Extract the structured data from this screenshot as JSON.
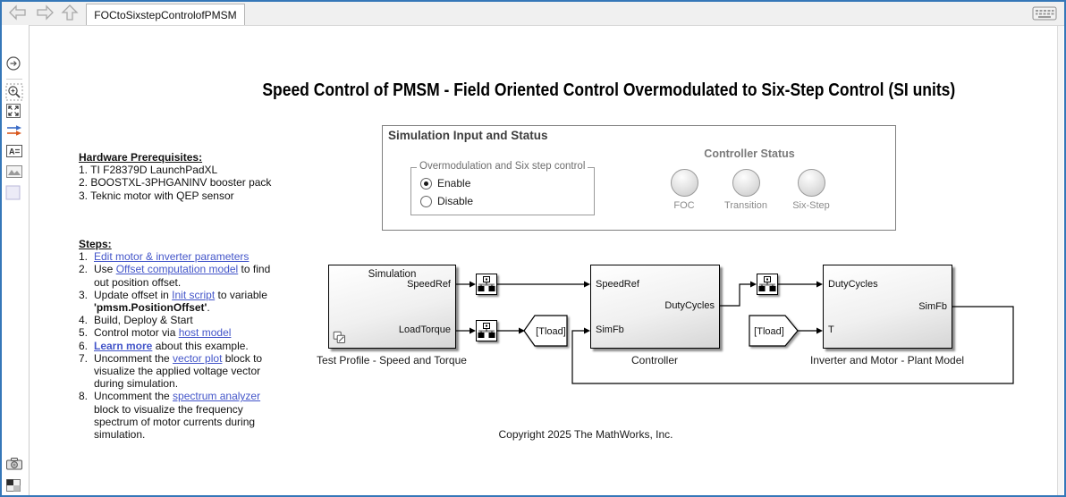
{
  "window": {
    "tab_title": "FOCtoSixstepControlofPMSM"
  },
  "colors": {
    "window_frame": "#3577b8",
    "link": "#4355c9",
    "status_text_gray": "#7a7a7a",
    "block_gradient_bottom": "#d6d6d6"
  },
  "sidebar_icons": [
    "show-explorer-bar-icon",
    "zoom-in-icon",
    "fit-to-view-icon",
    "signal-arrows-icon",
    "annotation-icon",
    "image-icon",
    "area-icon",
    "camera-icon",
    "compare-icon",
    "expand-chevrons-icon"
  ],
  "canvas": {
    "title": "Speed Control of PMSM - Field Oriented Control Overmodulated to Six-Step Control (SI units)",
    "copyright": "Copyright 2025 The MathWorks, Inc."
  },
  "hardware": {
    "heading": "Hardware Prerequisites:",
    "i1": "1. TI F28379D LaunchPadXL",
    "i2": "2. BOOSTXL-3PHGANINV booster pack",
    "i3": "3. Teknic motor with QEP sensor"
  },
  "steps": {
    "heading": "Steps:",
    "s1": {
      "num": "1.",
      "link": "Edit motor & inverter parameters"
    },
    "s2": {
      "num": "2.",
      "pre": "Use ",
      "link": "Offset computation model",
      "post": " to find out position offset."
    },
    "s3": {
      "num": "3.",
      "pre": "Update offset in ",
      "link": "Init script",
      "mid": " to variable ",
      "bold": "'pmsm.PositionOffset'",
      "post": "."
    },
    "s4": {
      "num": "4.",
      "text": "Build, Deploy & Start"
    },
    "s5": {
      "num": "5.",
      "pre": "Control motor via ",
      "link": "host model"
    },
    "s6": {
      "num": "6.",
      "link": "Learn more",
      "post": " about this example."
    },
    "s7": {
      "num": "7.",
      "pre": "Uncomment the ",
      "link": "vector plot",
      "post": " block to visualize the applied voltage vector during simulation."
    },
    "s8": {
      "num": "8.",
      "pre": "Uncomment the ",
      "link": "spectrum analyzer",
      "post": " block to visualize the frequency spectrum of motor currents during simulation."
    }
  },
  "panel": {
    "title": "Simulation Input and Status",
    "group_label": "Overmodulation and Six step control",
    "radio_enable": "Enable",
    "radio_disable": "Disable",
    "enable_selected": true,
    "status_title": "Controller Status",
    "lamp1": "FOC",
    "lamp2": "Transition",
    "lamp3": "Six-Step"
  },
  "diagram": {
    "test_profile": {
      "inner_title": "Simulation",
      "port_out1": "SpeedRef",
      "port_out2": "LoadTorque",
      "label": "Test Profile - Speed and Torque"
    },
    "controller": {
      "port_in1": "SpeedRef",
      "port_in2": "SimFb",
      "port_out1": "DutyCycles",
      "label": "Controller"
    },
    "plant": {
      "port_in1": "DutyCycles",
      "port_in2": "T",
      "port_out1": "SimFb",
      "label": "Inverter and Motor - Plant Model"
    },
    "goto_tag": "[Tload]",
    "from_tag": "[Tload]"
  }
}
